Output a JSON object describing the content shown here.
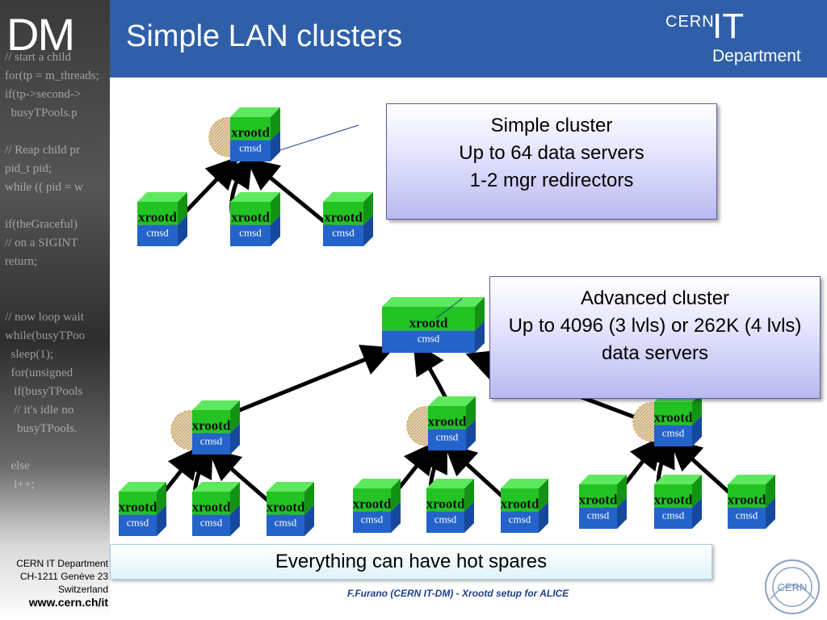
{
  "header": {
    "title": "Simple LAN clusters"
  },
  "logo": {
    "dm": "DM",
    "cern": "CERN",
    "it": "IT",
    "dept": "Department"
  },
  "sidebar_code": "// start a child\nfor(tp = m_threads;\nif(tp->second->\n  busyTPools.p\n\n// Reap child pr\npid_t pid;\nwhile (( pid = w\n\nif(theGraceful)\n// on a SIGINT\nreturn;\n\n\n// now loop wait\nwhile(busyTPoo\n  sleep(1);\n  for(unsigned\n   if(busyTPools\n   // it's idle no\n    busyTPools.\n\n  else\n   i++;",
  "nodes": {
    "top": "xrootd",
    "bottom": "cmsd"
  },
  "callouts": {
    "simple": [
      "Simple cluster",
      "Up to 64 data servers",
      "1-2 mgr redirectors"
    ],
    "advanced": [
      "Advanced cluster",
      "Up to 4096 (3 lvls) or 262K (4 lvls) data servers"
    ],
    "spares": "Everything can have hot spares"
  },
  "footer": {
    "line1": "CERN IT Department",
    "line2": "CH-1211 Genève 23",
    "line3": "Switzerland",
    "url": "www.cern.ch/it",
    "credit": "F.Furano (CERN IT-DM) - Xrootd setup for ALICE",
    "seal": "CERN"
  }
}
